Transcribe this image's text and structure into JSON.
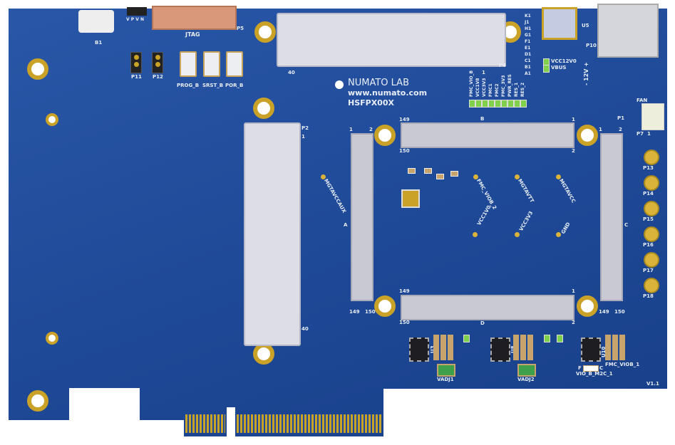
{
  "brand": {
    "name": "NUMATO LAB",
    "url": "www.numato.com",
    "model": "HSFPX00X"
  },
  "version": "V1.1",
  "colors": {
    "pcb": "#1f4a98",
    "gold": "#c9a227",
    "connector": "#dcdde6",
    "silk": "#e8eef8"
  },
  "components": {
    "jtag": "JTAG",
    "p5": "P5",
    "b1": "B1",
    "vpvn": "V P V N",
    "p11": "P11",
    "p12": "P12",
    "prog": "PROG_B",
    "srst": "SRST_B",
    "por": "POR_B",
    "p4": "P4",
    "p4_40": "40",
    "p4_1": "1",
    "p2": "P2",
    "p2_1": "1",
    "p2_40": "40",
    "u5": "U5",
    "p10": "P10",
    "power": "- 12V +",
    "fan": "FAN",
    "p7": "P7",
    "p7_1": "1",
    "p1": "P1",
    "vcc12": "VCC12V0",
    "vbus": "VBUS",
    "rows": "K1 J1 H1 G1 F1 E1 D1 C1 B1 A1",
    "leds": [
      "FMC_VIO_B",
      "VCC1V8",
      "VCC3V3",
      "FMC1",
      "FMC2",
      "FMC_3V3",
      "PWR_RES",
      "RES_1",
      "RES_2"
    ],
    "conn_b": "B",
    "conn_a": "A",
    "conn_c": "C",
    "conn_d": "D",
    "pin149": "149",
    "pin150": "150",
    "pin1": "1",
    "pin2": "2",
    "testpoints": [
      "MGTAVCCAUX",
      "FMC_VIOB_2",
      "MGTAVTT",
      "MGTAVCC",
      "VCC1V0",
      "VCC3V3",
      "GND"
    ],
    "sma": [
      "P13",
      "P14",
      "P15",
      "P16",
      "P17",
      "P18"
    ],
    "vadj1": "VADJ1",
    "vadj2": "VADJ2",
    "u3": "U3",
    "u8": "U8",
    "u10": "U10",
    "fmc_viob1": "FMC_VIOB_1",
    "vio_sel": "VIO_B_M2C_1",
    "f": "F",
    "c": "C"
  }
}
